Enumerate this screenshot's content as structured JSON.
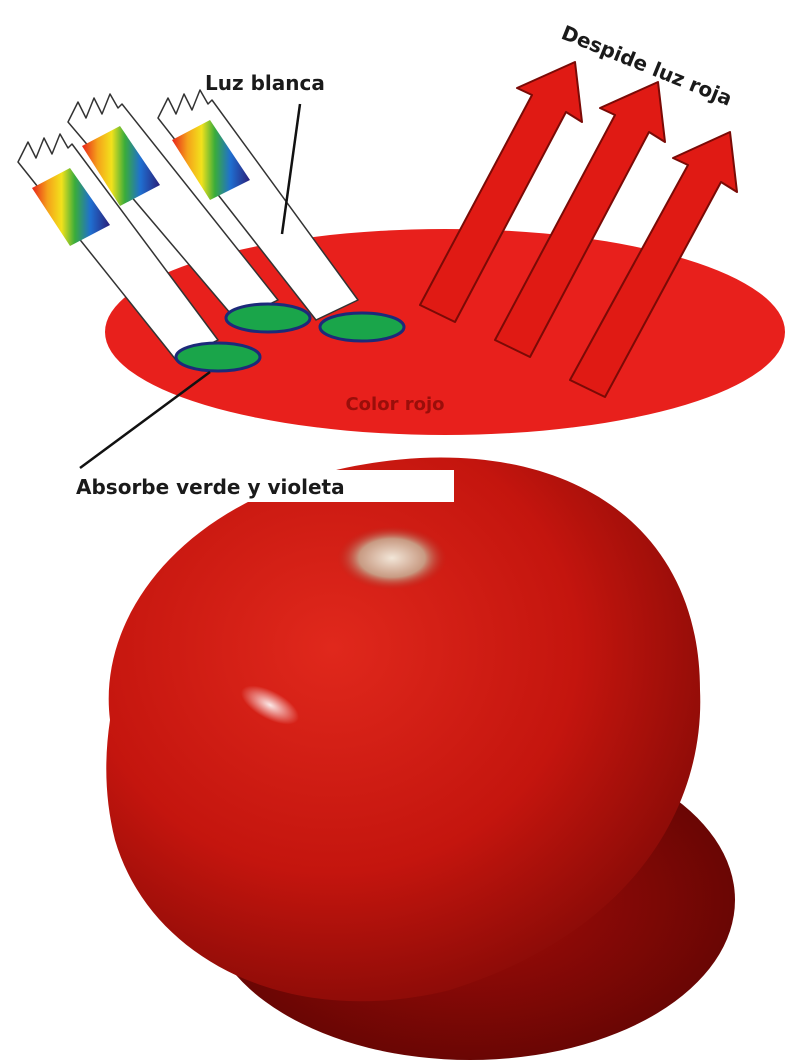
{
  "labels": {
    "white_light": "Luz blanca",
    "reflects_red": "Despide luz roja",
    "red_color": "Color rojo",
    "absorbs": "Absorbe verde y violeta"
  },
  "colors": {
    "disc_red": "#e8201c",
    "tomato_red": "#c8150f",
    "tomato_dark": "#8e0a06",
    "arrow_red": "#e01a14",
    "absorbed_green": "#1aa54a",
    "absorbed_violet": "#1c2a7a",
    "label_dark_red": "#9a0e0a"
  },
  "icons": {
    "beam": "spectrum-light-beam",
    "arrow": "red-light-arrow",
    "fruit": "tomato"
  }
}
